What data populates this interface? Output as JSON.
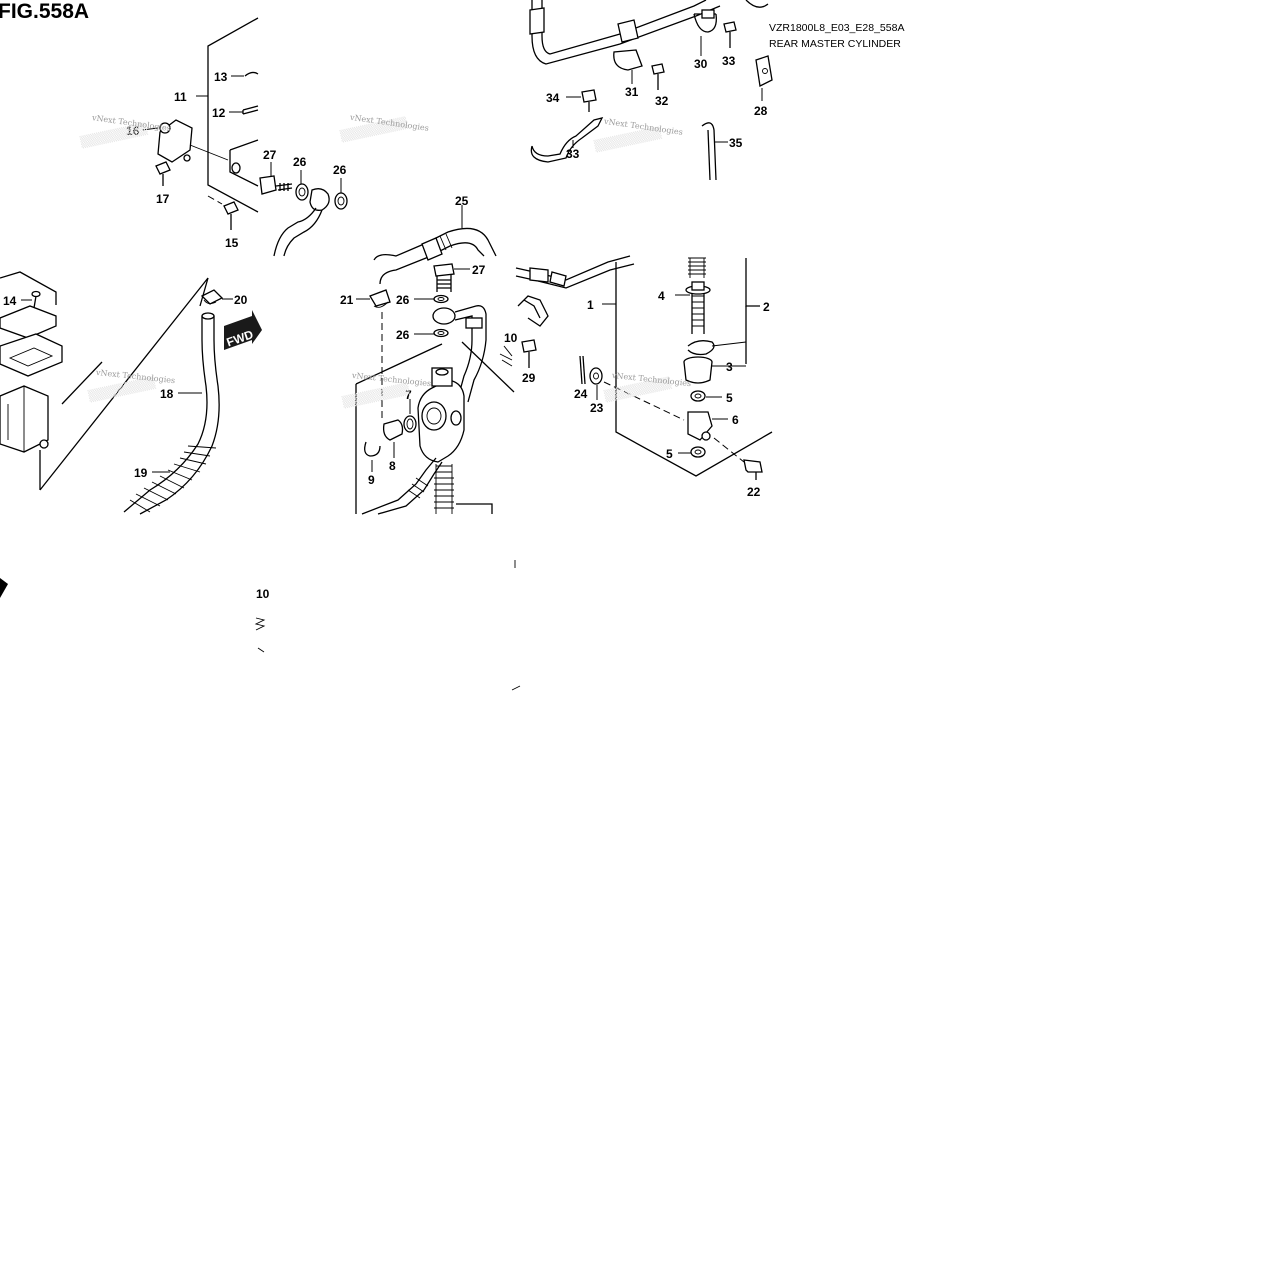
{
  "diagram": {
    "figure_title": "FIG.558A",
    "code": "VZR1800L8_E03_E28_558A",
    "name": "REAR MASTER CYLINDER",
    "direction_label": "FWD",
    "watermark": "vNext Technologies",
    "callouts": {
      "c1": "1",
      "c2": "2",
      "c3": "3",
      "c4": "4",
      "c5a": "5",
      "c5b": "5",
      "c6": "6",
      "c7": "7",
      "c8": "8",
      "c9": "9",
      "c10": "10",
      "c10b": "10",
      "c11": "11",
      "c12": "12",
      "c13": "13",
      "c14": "14",
      "c15": "15",
      "c16": "16",
      "c17": "17",
      "c18": "18",
      "c19": "19",
      "c20": "20",
      "c21": "21",
      "c22": "22",
      "c23": "23",
      "c24": "24",
      "c25": "25",
      "c26a": "26",
      "c26b": "26",
      "c26c": "26",
      "c26d": "26",
      "c27a": "27",
      "c27b": "27",
      "c28": "28",
      "c29": "29",
      "c30": "30",
      "c31": "31",
      "c32": "32",
      "c33a": "33",
      "c33b": "33",
      "c34": "34",
      "c35": "35"
    }
  }
}
